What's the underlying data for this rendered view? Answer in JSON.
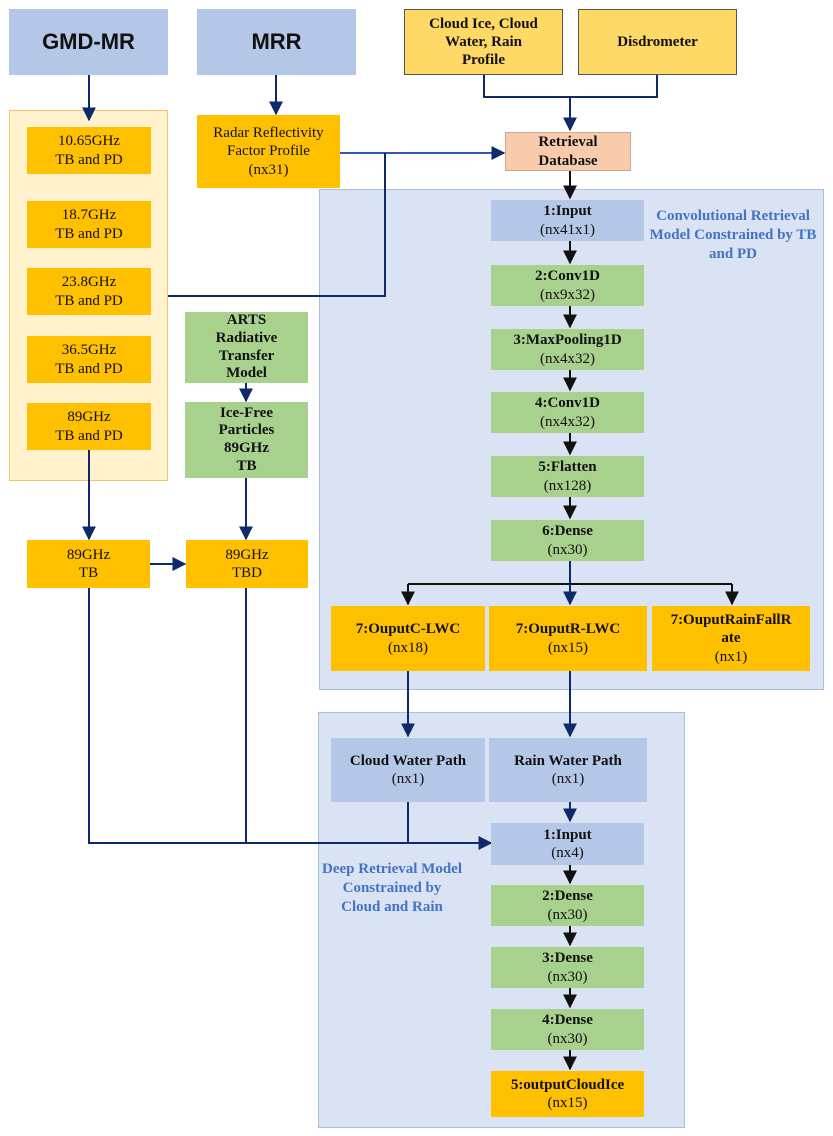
{
  "sources": {
    "gmd_mr": "GMD-MR",
    "mrr": "MRR",
    "cloud_profile": [
      "Cloud Ice, Cloud",
      "Water, Rain",
      "Profile"
    ],
    "disdrometer": "Disdrometer"
  },
  "radar_reflectivity": [
    "Radar Reflectivity",
    "Factor Profile",
    "(nx31)"
  ],
  "retrieval_database": [
    "Retrieval",
    "Database"
  ],
  "channels": [
    [
      "10.65GHz",
      "TB and PD"
    ],
    [
      "18.7GHz",
      "TB and PD"
    ],
    [
      "23.8GHz",
      "TB and PD"
    ],
    [
      "36.5GHz",
      "TB and PD"
    ],
    [
      "89GHz",
      "TB and PD"
    ]
  ],
  "arts": [
    "ARTS",
    "Radiative",
    "Transfer",
    "Model"
  ],
  "ice_free": [
    "Ice-Free",
    "Particles",
    "89GHz",
    "TB"
  ],
  "tb_box": [
    "89GHz",
    "TB"
  ],
  "tbd_box": [
    "89GHz",
    "TBD"
  ],
  "conv_model": {
    "title": [
      "Convolutional",
      "Retrieval Model",
      "Constrained by TB",
      "and PD"
    ],
    "layers": [
      [
        "1:Input",
        "(nx41x1)"
      ],
      [
        "2:Conv1D",
        "(nx9x32)"
      ],
      [
        "3:MaxPooling1D",
        "(nx4x32)"
      ],
      [
        "4:Conv1D",
        "(nx4x32)"
      ],
      [
        "5:Flatten",
        "(nx128)"
      ],
      [
        "6:Dense",
        "(nx30)"
      ]
    ],
    "outputs": [
      [
        "7:OuputC-LWC",
        "(nx18)"
      ],
      [
        "7:OuputR-LWC",
        "(nx15)"
      ],
      [
        "7:OuputRainFallR",
        "ate",
        "(nx1)"
      ]
    ]
  },
  "deep_model": {
    "title": [
      "Deep Retrieval",
      "Model",
      "Constrained by",
      "Cloud and Rain"
    ],
    "cloud_water_path": [
      "Cloud Water Path",
      "(nx1)"
    ],
    "rain_water_path": [
      "Rain Water Path",
      "(nx1)"
    ],
    "layers": [
      [
        "1:Input",
        "(nx4)"
      ],
      [
        "2:Dense",
        "(nx30)"
      ],
      [
        "3:Dense",
        "(nx30)"
      ],
      [
        "4:Dense",
        "(nx30)"
      ],
      [
        "5:outputCloudIce",
        "(nx15)"
      ]
    ]
  },
  "colors": {
    "orange": "#ffc000",
    "light_yellow": "#ffd966",
    "blue": "#b4c7e7",
    "green": "#a9d18e",
    "peach": "#f8cbad",
    "panel_blue": "#dae3f3",
    "panel_yellow": "#fff2cc",
    "arrow_dark": "#0f2a6b",
    "title_blue": "#4472c4"
  }
}
